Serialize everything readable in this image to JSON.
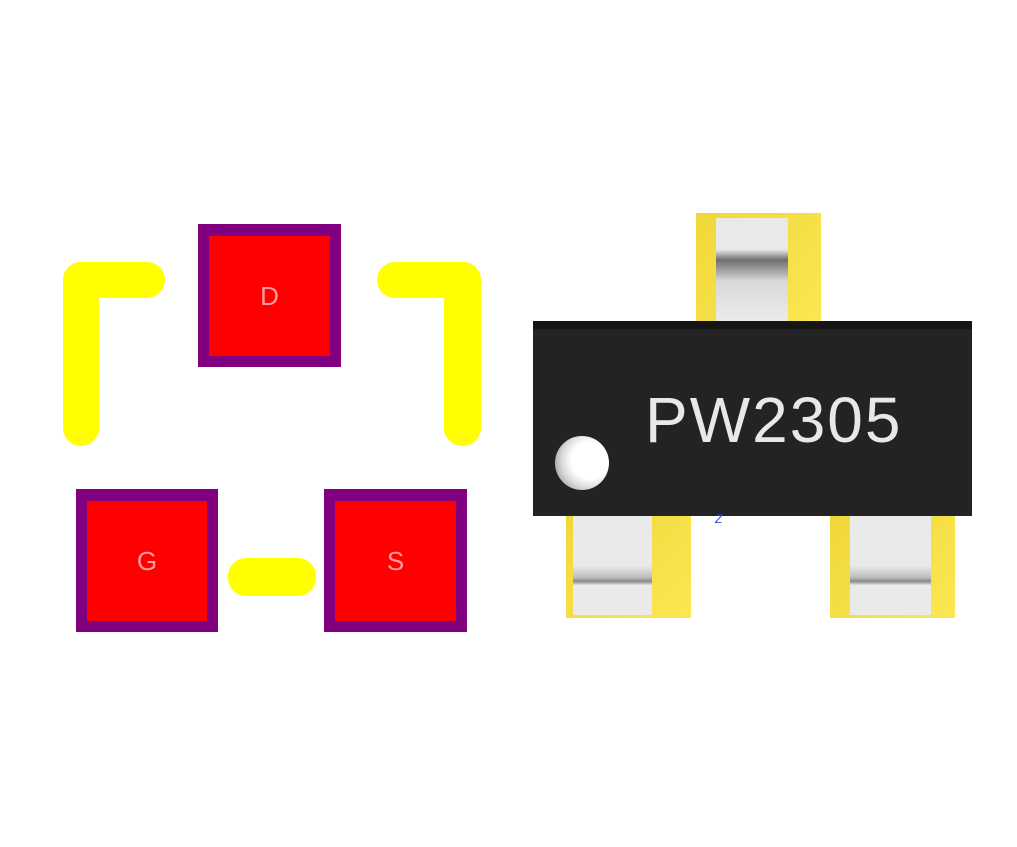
{
  "footprint": {
    "pads": [
      {
        "label": "D"
      },
      {
        "label": "G"
      },
      {
        "label": "S"
      }
    ]
  },
  "model": {
    "marking": "PW2305",
    "axis_label": "Z"
  },
  "colors": {
    "pad_copper": "#ff0000",
    "pad_mask": "#800080",
    "silkscreen": "#ffff00",
    "body": "#232323",
    "pin_pad": "#f5de45"
  }
}
